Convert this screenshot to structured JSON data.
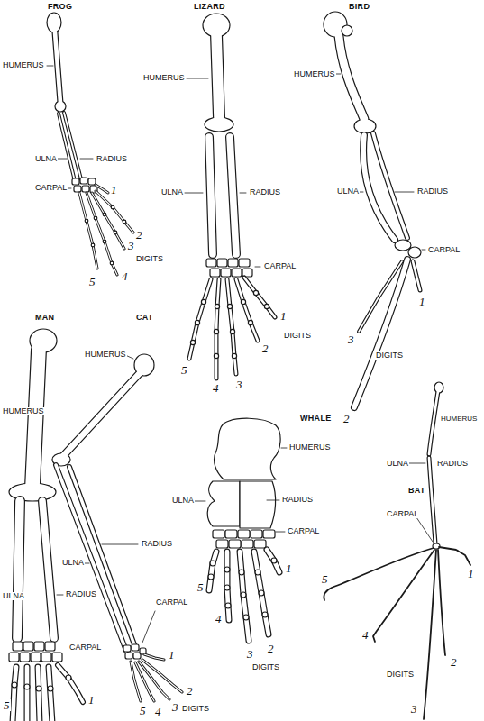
{
  "diagram": {
    "labels": [
      "FROG",
      "HUMERUS",
      "ULNA",
      "RADIUS",
      "CARPAL",
      "1",
      "2",
      "3",
      "DIGITS",
      "5",
      "4",
      "LIZARD",
      "HUMERUS",
      "ULNA",
      "RADIUS",
      "CARPAL",
      "1",
      "DIGITS",
      "2",
      "5",
      "4",
      "3",
      "BIRD",
      "HUMERUS",
      "ULNA",
      "RADIUS",
      "CARPAL",
      "1",
      "3",
      "DIGITS",
      "2",
      "MAN",
      "HUMERUS",
      "ULNA",
      "RADIUS",
      "CARPAL",
      "5",
      "1",
      "CAT",
      "HUMERUS",
      "RADIUS",
      "ULNA",
      "CARPAL",
      "1",
      "2",
      "5",
      "4",
      "3",
      "DIGITS",
      "WHALE",
      "HUMERUS",
      "ULNA",
      "RADIUS",
      "CARPAL",
      "5",
      "1",
      "4",
      "3",
      "2",
      "DIGITS",
      "HUMERUS",
      "ULNA",
      "RADIUS",
      "BAT",
      "CARPAL",
      "1",
      "5",
      "4",
      "2",
      "DIGITS",
      "3"
    ]
  }
}
